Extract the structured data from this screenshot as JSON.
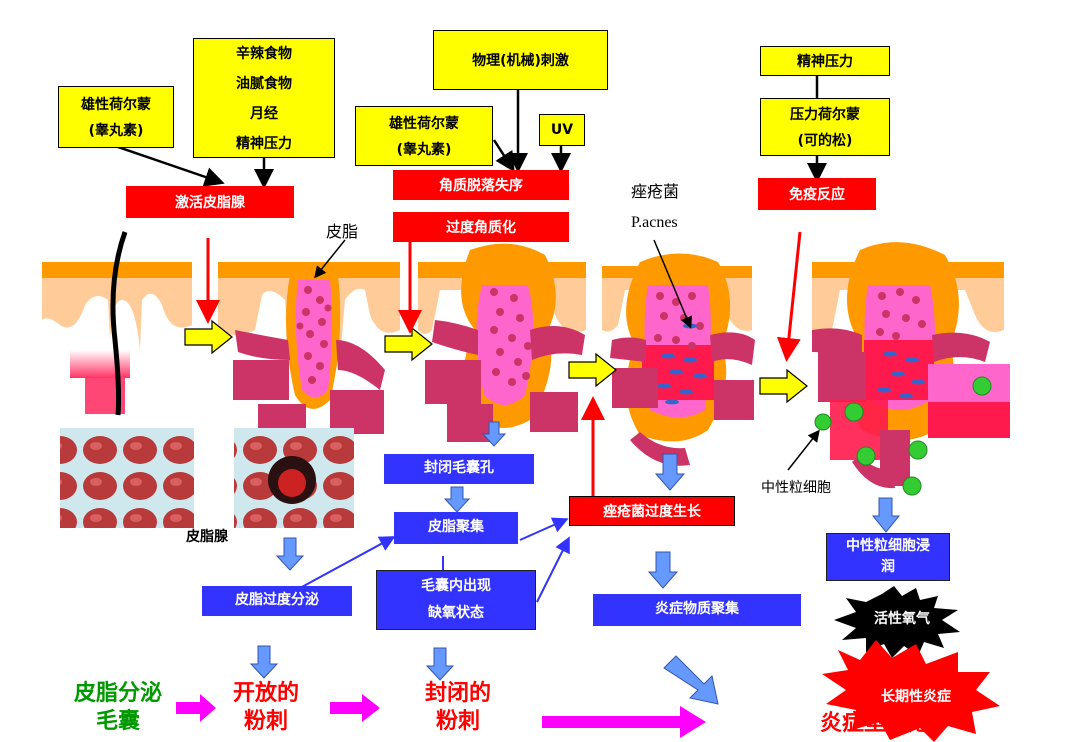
{
  "trigger_boxes": {
    "androgen_1": [
      "雄性荷尔蒙",
      "(睾丸素)"
    ],
    "diet_stress": [
      "辛辣食物",
      "油腻食物",
      "月经",
      "精神压力"
    ],
    "mechanical": "物理(机械)刺激",
    "androgen_2": [
      "雄性荷尔蒙",
      "(睾丸素)"
    ],
    "uv": "UV",
    "mental_stress": "精神压力",
    "stress_hormone": [
      "压力荷尔蒙",
      "(可的松)"
    ]
  },
  "red_boxes": {
    "activate_sebaceous": "激活皮脂腺",
    "keratin_shedding": "角质脱落失序",
    "hyperkeratinization": "过度角质化",
    "immune_response": "免疫反应",
    "pacnes_overgrowth": "痤疮菌过度生长"
  },
  "labels": {
    "sebum": "皮脂",
    "acne_bacteria": "痤疮菌",
    "pacnes": "P.acnes",
    "sebaceous_gland": "皮脂腺",
    "neutrophil": "中性粒细胞"
  },
  "blue_boxes": {
    "close_follicle": "封闭毛囊孔",
    "sebum_accumulation": "皮脂聚集",
    "excess_sebum": "皮脂过度分泌",
    "hypoxia": [
      "毛囊内出现",
      "缺氧状态"
    ],
    "inflammatory_accumulation": "炎症物质聚集",
    "neutrophil_infiltration": [
      "中性粒细胞浸",
      "润"
    ]
  },
  "burst_labels": {
    "ros": "活性氧气",
    "chronic": "长期性炎症"
  },
  "bottom_flow": {
    "sebaceous_follicle": [
      "皮脂分泌",
      "毛囊"
    ],
    "open_comedone": [
      "开放的",
      "粉刺"
    ],
    "closed_comedone": [
      "封闭的",
      "粉刺"
    ],
    "inflammatory_acne": "炎症型痤疮"
  },
  "colors": {
    "trigger": "#ffff00",
    "process": "#ff0000",
    "mechanism": "#3333ff",
    "sebum_fill": "#ff66cc",
    "skin": "#ffcc99",
    "follicle_wall": "#ff9900",
    "bottom_green": "#009900",
    "bottom_red": "#ff0000",
    "flow_arrow": "#ff00ff"
  }
}
